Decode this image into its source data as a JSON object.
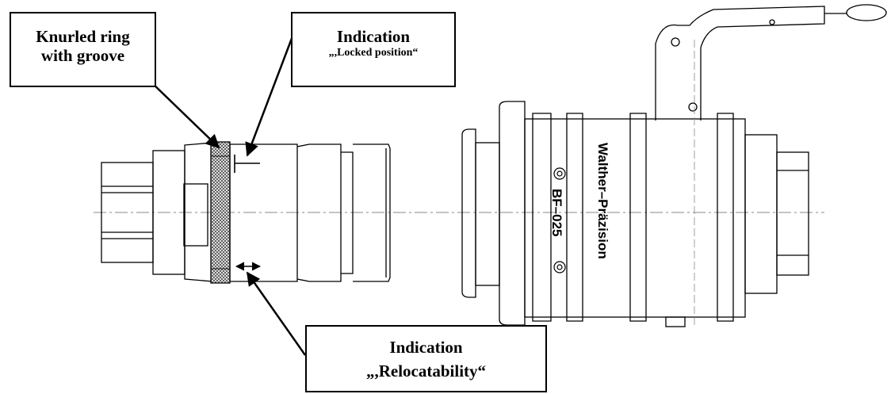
{
  "callouts": {
    "knurled_line1": "Knurled ring",
    "knurled_line2": "with groove",
    "locked_line1": "Indication",
    "locked_line2": "„,Locked position“",
    "reloc_line1": "Indication",
    "reloc_line2": "„,Relocatability“"
  },
  "coupling": {
    "brand": "Walther–Präzision",
    "model": "BF–025"
  },
  "colors": {
    "line": "#000000",
    "centerline": "#888888",
    "knurl": "#555555"
  }
}
